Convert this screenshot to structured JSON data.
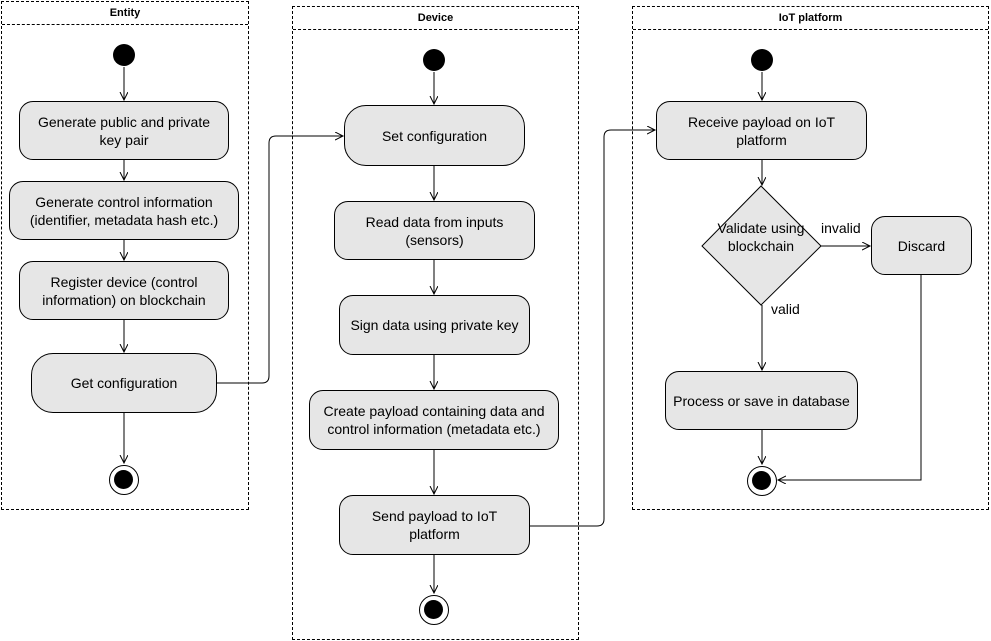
{
  "lanes": {
    "entity": "Entity",
    "device": "Device",
    "iot": "IoT platform"
  },
  "entity_nodes": {
    "gen_keys": "Generate public and private key pair",
    "gen_control": "Generate control information (identifier, metadata hash etc.)",
    "register": "Register device (control information) on blockchain",
    "get_config": "Get configuration"
  },
  "device_nodes": {
    "set_config": "Set configuration",
    "read_data": "Read data from inputs (sensors)",
    "sign_data": "Sign data using private key",
    "create_payload": "Create payload containing data and control information (metadata etc.)",
    "send_payload": "Send payload to IoT platform"
  },
  "iot_nodes": {
    "receive": "Receive payload on IoT platform",
    "validate": "Validate using blockchain",
    "discard": "Discard",
    "process": "Process or save in database"
  },
  "edge_labels": {
    "invalid": "invalid",
    "valid": "valid"
  }
}
